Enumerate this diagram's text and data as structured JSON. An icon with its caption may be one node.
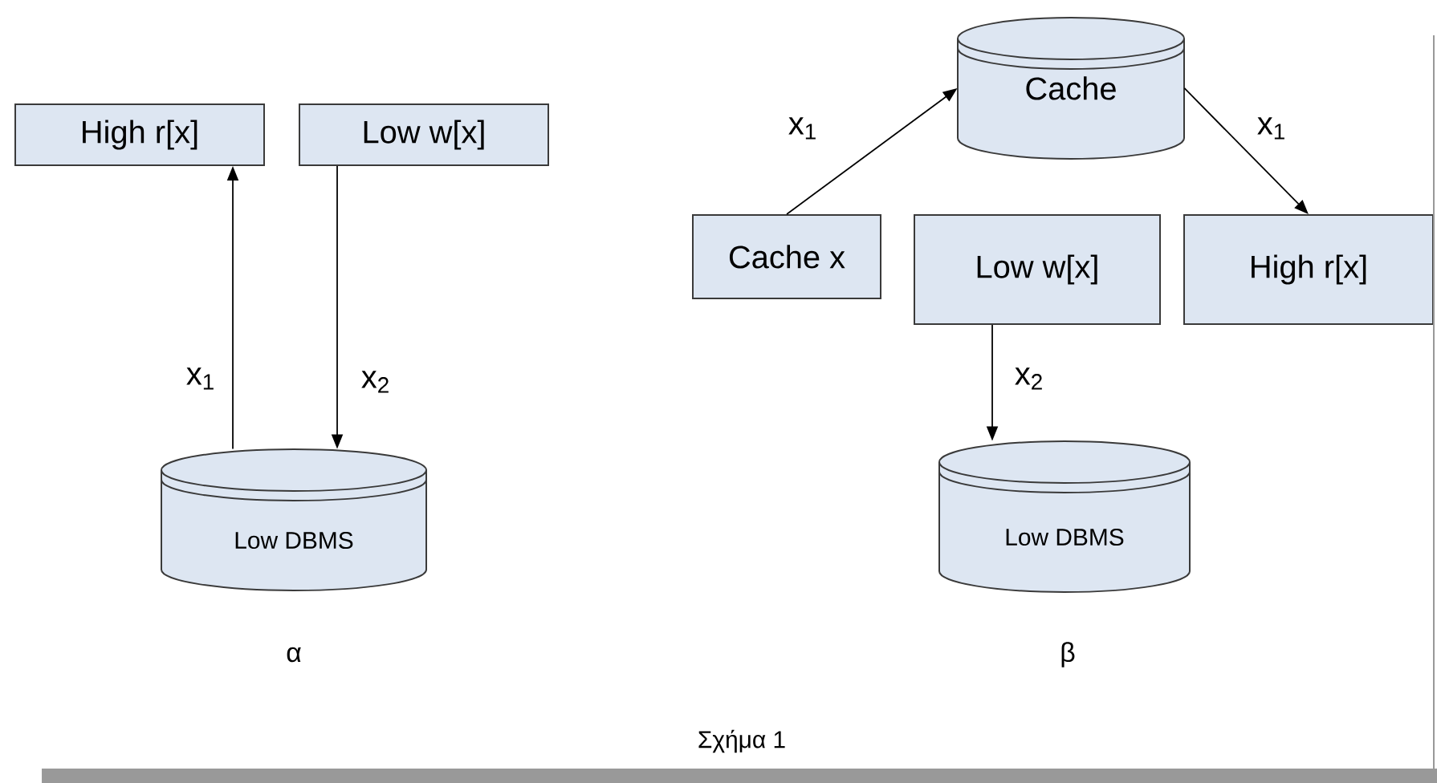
{
  "diagram": {
    "caption": "Σχήμα 1",
    "nodes": [
      {
        "text": [
          "High r[x]"
        ]
      },
      {
        "text": [
          "Low w[x]"
        ]
      },
      {
        "text": [
          "Low DBMS"
        ]
      },
      {
        "text": [
          "Cache"
        ]
      },
      {
        "text": [
          "Cache x"
        ]
      },
      {
        "text": [
          "Low w[x]"
        ]
      },
      {
        "text": [
          "High r[x]"
        ]
      },
      {
        "text": [
          "Low DBMS"
        ]
      }
    ],
    "edges": [
      {
        "from": 2,
        "to": 0,
        "arrow": "to",
        "label": "x$_{1}$"
      },
      {
        "from": 1,
        "to": 2,
        "arrow": "to",
        "label": "x$_{2}$"
      },
      {
        "from": 4,
        "to": 3,
        "arrow": "to",
        "label": "x$_{1}$"
      },
      {
        "from": 3,
        "to": 6,
        "arrow": "to",
        "label": "x$_{1}$"
      },
      {
        "from": 5,
        "to": 7,
        "arrow": "to",
        "label": "x$_{2}$"
      }
    ],
    "labels": [
      "α",
      "β"
    ]
  }
}
